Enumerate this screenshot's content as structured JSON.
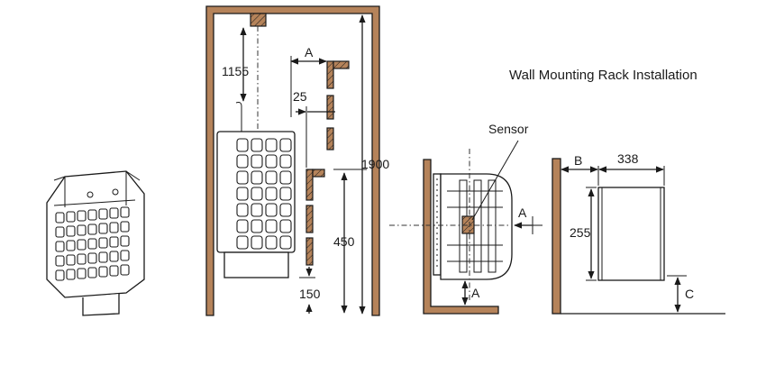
{
  "title": "Wall Mounting Rack Installation",
  "labels": {
    "sensor": "Sensor",
    "a": "A",
    "b": "B",
    "c": "C"
  },
  "dimensions": {
    "d1155": "1155",
    "d25": "25",
    "d1900": "1900",
    "d450": "450",
    "d150": "150",
    "d338": "338",
    "d255": "255"
  },
  "colors": {
    "wood": "#b5835a",
    "line": "#1a1a1a",
    "background": "#ffffff"
  }
}
